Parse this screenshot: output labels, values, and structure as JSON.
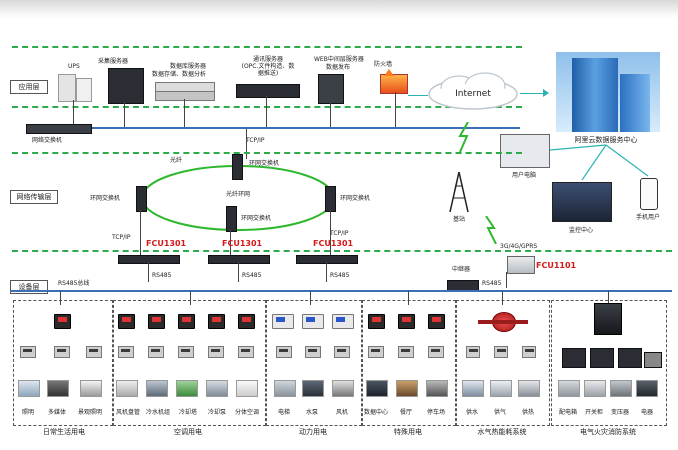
{
  "layers": {
    "application": "应用层",
    "network": "网络传输层",
    "device": "设备层"
  },
  "app_layer": {
    "ups": "UPS",
    "collector": "采集服务器",
    "db_server_line1": "数据库服务器",
    "db_server_line2": "数据存储、数据分析",
    "comm_server_line1": "通讯服务器",
    "comm_server_line2": "(OPC.文件构造、数",
    "comm_server_line3": "据推送)",
    "web_server_line1": "WEB中间层服务器",
    "web_server_line2": "数据发布",
    "firewall": "防火墙",
    "internet": "Internet",
    "net_switch": "网络交换机",
    "cloud_center": "阿里云数据服务中心",
    "user_pc": "用户电脑",
    "monitor_center": "监控中心",
    "mobile_user": "手机用户",
    "tcpip": "TCP/IP"
  },
  "net_layer": {
    "fiber": "光纤",
    "ring_net": "光纤环网",
    "ring_switch": "环网交换机",
    "tcpip": "TCP/IP",
    "base_station": "基站",
    "wireless": "3G/4G/GPRS"
  },
  "fcu": {
    "fcu1301": "FCU1301",
    "fcu1101": "FCU1101",
    "rs485": "RS485",
    "rs485_bus": "RS485总线",
    "repeater": "中继器"
  },
  "groups": {
    "daily": {
      "title": "日常生活用电",
      "loads": [
        "照明",
        "多媒体",
        "景观照明"
      ]
    },
    "hvac": {
      "title": "空调用电",
      "loads": [
        "风机盘管",
        "冷水机组",
        "冷却塔",
        "冷却泵",
        "分体空调"
      ]
    },
    "power": {
      "title": "动力用电",
      "loads": [
        "电梯",
        "水泵",
        "风机"
      ]
    },
    "special": {
      "title": "特殊用电",
      "loads": [
        "数据中心",
        "餐厅",
        "停车场"
      ]
    },
    "water": {
      "title": "水气热能耗系统",
      "loads": [
        "供水",
        "供气",
        "供热"
      ]
    },
    "fire": {
      "title": "电气火灾消防系统",
      "loads": [
        "配电箱",
        "开关柜",
        "变压器",
        "电器"
      ]
    }
  },
  "colors": {
    "dash_green": "#2bab4a",
    "bus_blue": "#3b6fb6",
    "fcu_red": "#d71818"
  }
}
